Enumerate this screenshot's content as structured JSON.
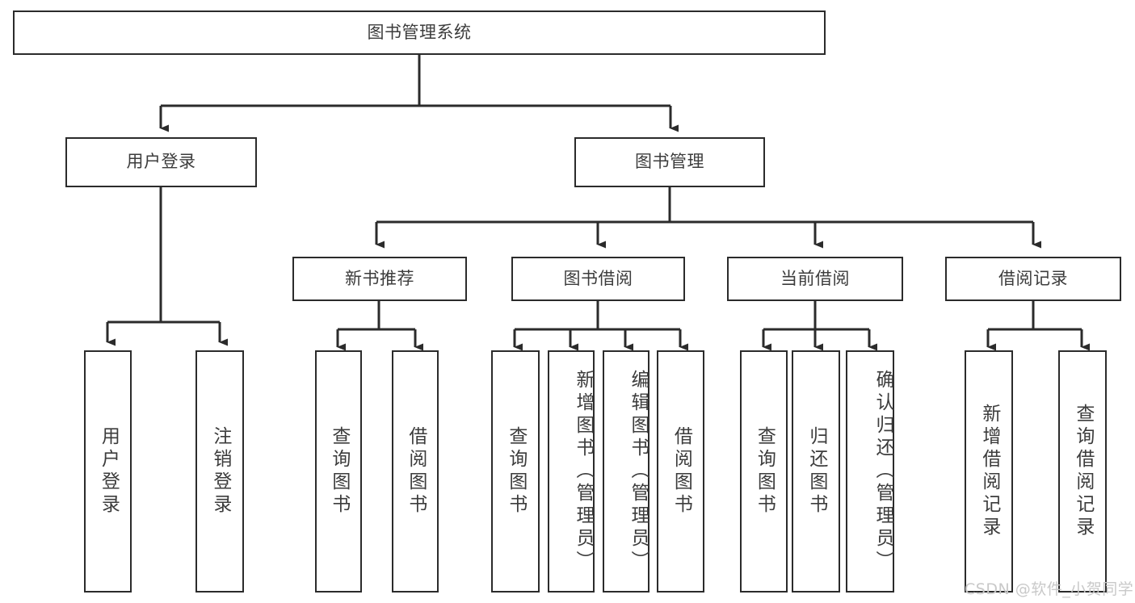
{
  "diagram": {
    "type": "tree",
    "title": "图书管理系统",
    "root": {
      "id": "root",
      "label": "图书管理系统"
    },
    "level2": [
      {
        "id": "user-login",
        "label": "用户登录"
      },
      {
        "id": "book-manage",
        "label": "图书管理"
      }
    ],
    "level3": [
      {
        "id": "new-book-rec",
        "label": "新书推荐",
        "parent": "book-manage"
      },
      {
        "id": "book-borrow",
        "label": "图书借阅",
        "parent": "book-manage"
      },
      {
        "id": "current-borrow",
        "label": "当前借阅",
        "parent": "book-manage"
      },
      {
        "id": "borrow-record",
        "label": "借阅记录",
        "parent": "book-manage"
      }
    ],
    "leaves": [
      {
        "id": "leaf-user-login",
        "label": "用户登录",
        "parent": "user-login"
      },
      {
        "id": "leaf-user-logout",
        "label": "注销登录",
        "parent": "user-login"
      },
      {
        "id": "leaf-query-book-1",
        "label": "查询图书",
        "parent": "new-book-rec"
      },
      {
        "id": "leaf-borrow-book-1",
        "label": "借阅图书",
        "parent": "new-book-rec"
      },
      {
        "id": "leaf-query-book-2",
        "label": "查询图书",
        "parent": "book-borrow"
      },
      {
        "id": "leaf-add-book",
        "label": "新增图书（管理员）",
        "parent": "book-borrow"
      },
      {
        "id": "leaf-edit-book",
        "label": "编辑图书（管理员）",
        "parent": "book-borrow"
      },
      {
        "id": "leaf-borrow-book-2",
        "label": "借阅图书",
        "parent": "book-borrow"
      },
      {
        "id": "leaf-query-book-3",
        "label": "查询图书",
        "parent": "current-borrow"
      },
      {
        "id": "leaf-return-book",
        "label": "归还图书",
        "parent": "current-borrow"
      },
      {
        "id": "leaf-confirm-return",
        "label": "确认归还（管理员）",
        "parent": "current-borrow"
      },
      {
        "id": "leaf-add-record",
        "label": "新增借阅记录",
        "parent": "borrow-record"
      },
      {
        "id": "leaf-query-record",
        "label": "查询借阅记录",
        "parent": "borrow-record"
      }
    ]
  },
  "watermark": {
    "text": "CSDN @软件_小贺同学"
  },
  "colors": {
    "background": "#ffffff",
    "box_border": "#2b2b2b",
    "text": "#3c3c3c",
    "connector": "#2b2b2b",
    "watermark": "#c9c9c9"
  }
}
